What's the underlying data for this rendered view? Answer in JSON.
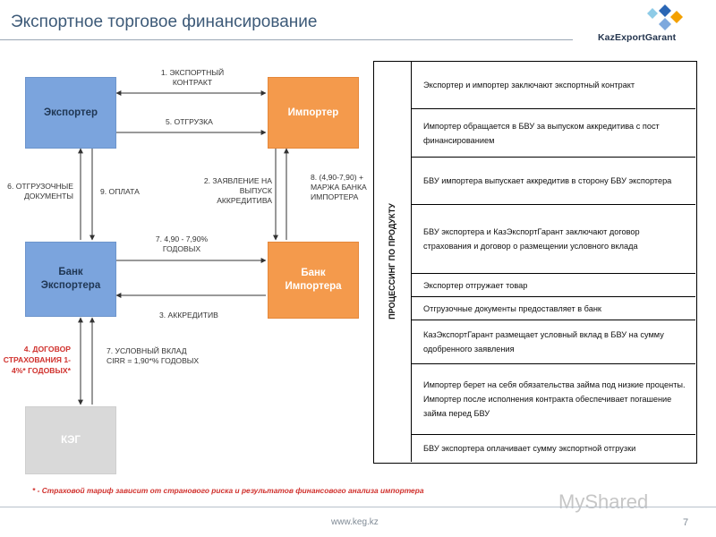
{
  "title": "Экспортное торговое финансирование",
  "logo": {
    "text": "KazExportGarant",
    "colors": [
      "#2a66b5",
      "#f3a000",
      "#7ea8dd",
      "#8ecbe7"
    ]
  },
  "nodes": {
    "exporter": "Экспортер",
    "importer": "Импортер",
    "exporter_bank": "Банк Экспортера",
    "importer_bank": "Банк Импортера",
    "keg": "КЭГ"
  },
  "arrows": {
    "a1": "1. ЭКСПОРТНЫЙ КОНТРАКТ",
    "a5": "5. ОТГРУЗКА",
    "a6": "6. ОТГРУЗОЧНЫЕ ДОКУМЕНТЫ",
    "a9": "9. ОПЛАТА",
    "a2": "2. ЗАЯВЛЕНИЕ НА ВЫПУСК АККРЕДИТИВА",
    "a8": "8. (4,90-7,90) + МАРЖА БАНКА ИМПОРТЕРА",
    "a7top": "7. 4,90 - 7,90% ГОДОВЫХ",
    "a3": "3. АККРЕДИТИВ",
    "a4": "4. ДОГОВОР СТРАХОВАНИЯ 1-4%* ГОДОВЫХ*",
    "a7bottom": "7. УСЛОВНЫЙ ВКЛАД CIRR = 1,90*% ГОДОВЫХ"
  },
  "processing": {
    "heading": "ПРОЦЕССИНГ ПО ПРОДУКТУ",
    "steps": [
      "Экспортер и импортер заключают экспортный контракт",
      "Импортер обращается в БВУ за выпуском аккредитива с пост финансированием",
      "БВУ импортера выпускает аккредитив в сторону БВУ экспортера",
      "БВУ экспортера и КазЭкспортГарант заключают договор страхования и договор о размещении условного вклада",
      "Экспортер отгружает товар",
      "Отгрузочные документы предоставляет в банк",
      "КазЭкспортГарант размещает условный вклад в БВУ на сумму одобренного заявления",
      "Импортер берет на себя обязательства займа под низкие проценты. Импортер после исполнения контракта обеспечивает погашение займа перед БВУ",
      "БВУ экспортера оплачивает сумму экспортной отгрузки"
    ]
  },
  "footnote": "* - Страховой тариф зависит от странового риска и результатов финансового анализа импортера",
  "footer": {
    "url": "www.keg.kz",
    "page": "7"
  },
  "watermark": "MyShared"
}
